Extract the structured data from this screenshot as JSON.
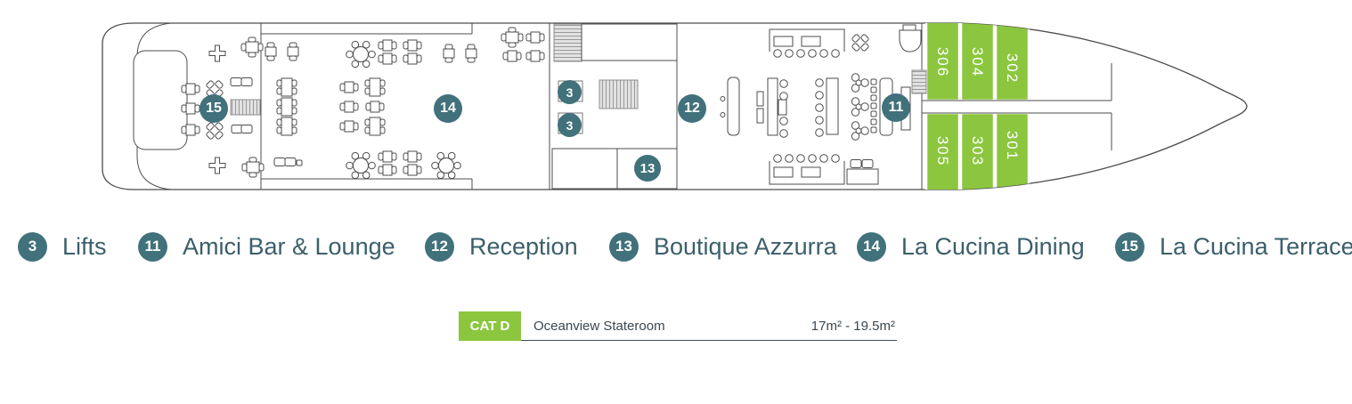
{
  "deck": {
    "markers": [
      {
        "label": "3"
      },
      {
        "label": "3"
      },
      {
        "label": "11"
      },
      {
        "label": "12"
      },
      {
        "label": "13"
      },
      {
        "label": "14"
      },
      {
        "label": "15"
      }
    ],
    "cabins": [
      {
        "number": "306"
      },
      {
        "number": "304"
      },
      {
        "number": "302"
      },
      {
        "number": "305"
      },
      {
        "number": "303"
      },
      {
        "number": "301"
      }
    ]
  },
  "legend": {
    "items": [
      {
        "number": "3",
        "label": "Lifts"
      },
      {
        "number": "11",
        "label": "Amici Bar & Lounge"
      },
      {
        "number": "12",
        "label": "Reception"
      },
      {
        "number": "13",
        "label": "Boutique Azzurra"
      },
      {
        "number": "14",
        "label": "La Cucina Dining"
      },
      {
        "number": "15",
        "label": "La Cucina Terrace"
      }
    ]
  },
  "category": {
    "code": "CAT D",
    "name": "Oceanview Stateroom",
    "size": "17m² - 19.5m²"
  },
  "colors": {
    "marker_teal": "#41717B",
    "cabin_green": "#8CC63F",
    "legend_text": "#3B5F6A",
    "plan_line": "#4D4D4D"
  }
}
